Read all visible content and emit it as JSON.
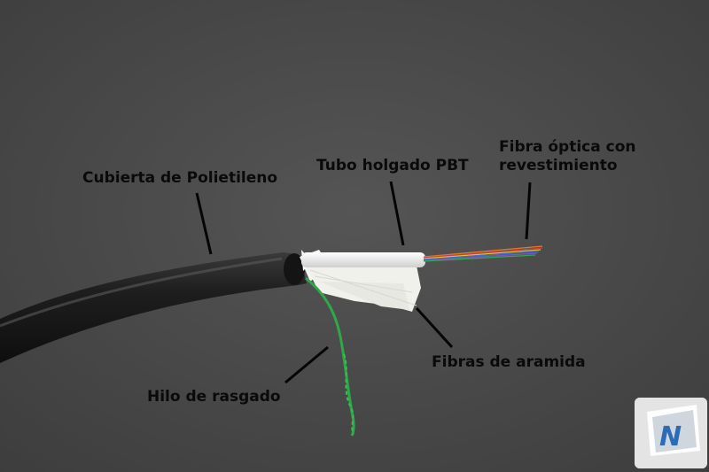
{
  "labels": {
    "cubierta": "Cubierta de Polietileno",
    "tubo": "Tubo holgado PBT",
    "fibra_line1": "Fibra óptica con",
    "fibra_line2": "revestimiento",
    "aramida": "Fibras de aramida",
    "hilo": "Hilo de rasgado"
  },
  "colors": {
    "background": "#4a4a4a",
    "cable_jacket": "#1c1c1c",
    "tube": "#f2f2f2",
    "aramid": "#f4f4f0",
    "rip_cord": "#2fa84a",
    "logo_blue": "#2a6db5",
    "leader_line": "#050505"
  },
  "fiber_colors": [
    "#e07a2a",
    "#c94040",
    "#3a6fd0",
    "#8a4fc0",
    "#2fa84a",
    "#e0c040"
  ],
  "logo": {
    "icon": "n-logo-icon"
  }
}
